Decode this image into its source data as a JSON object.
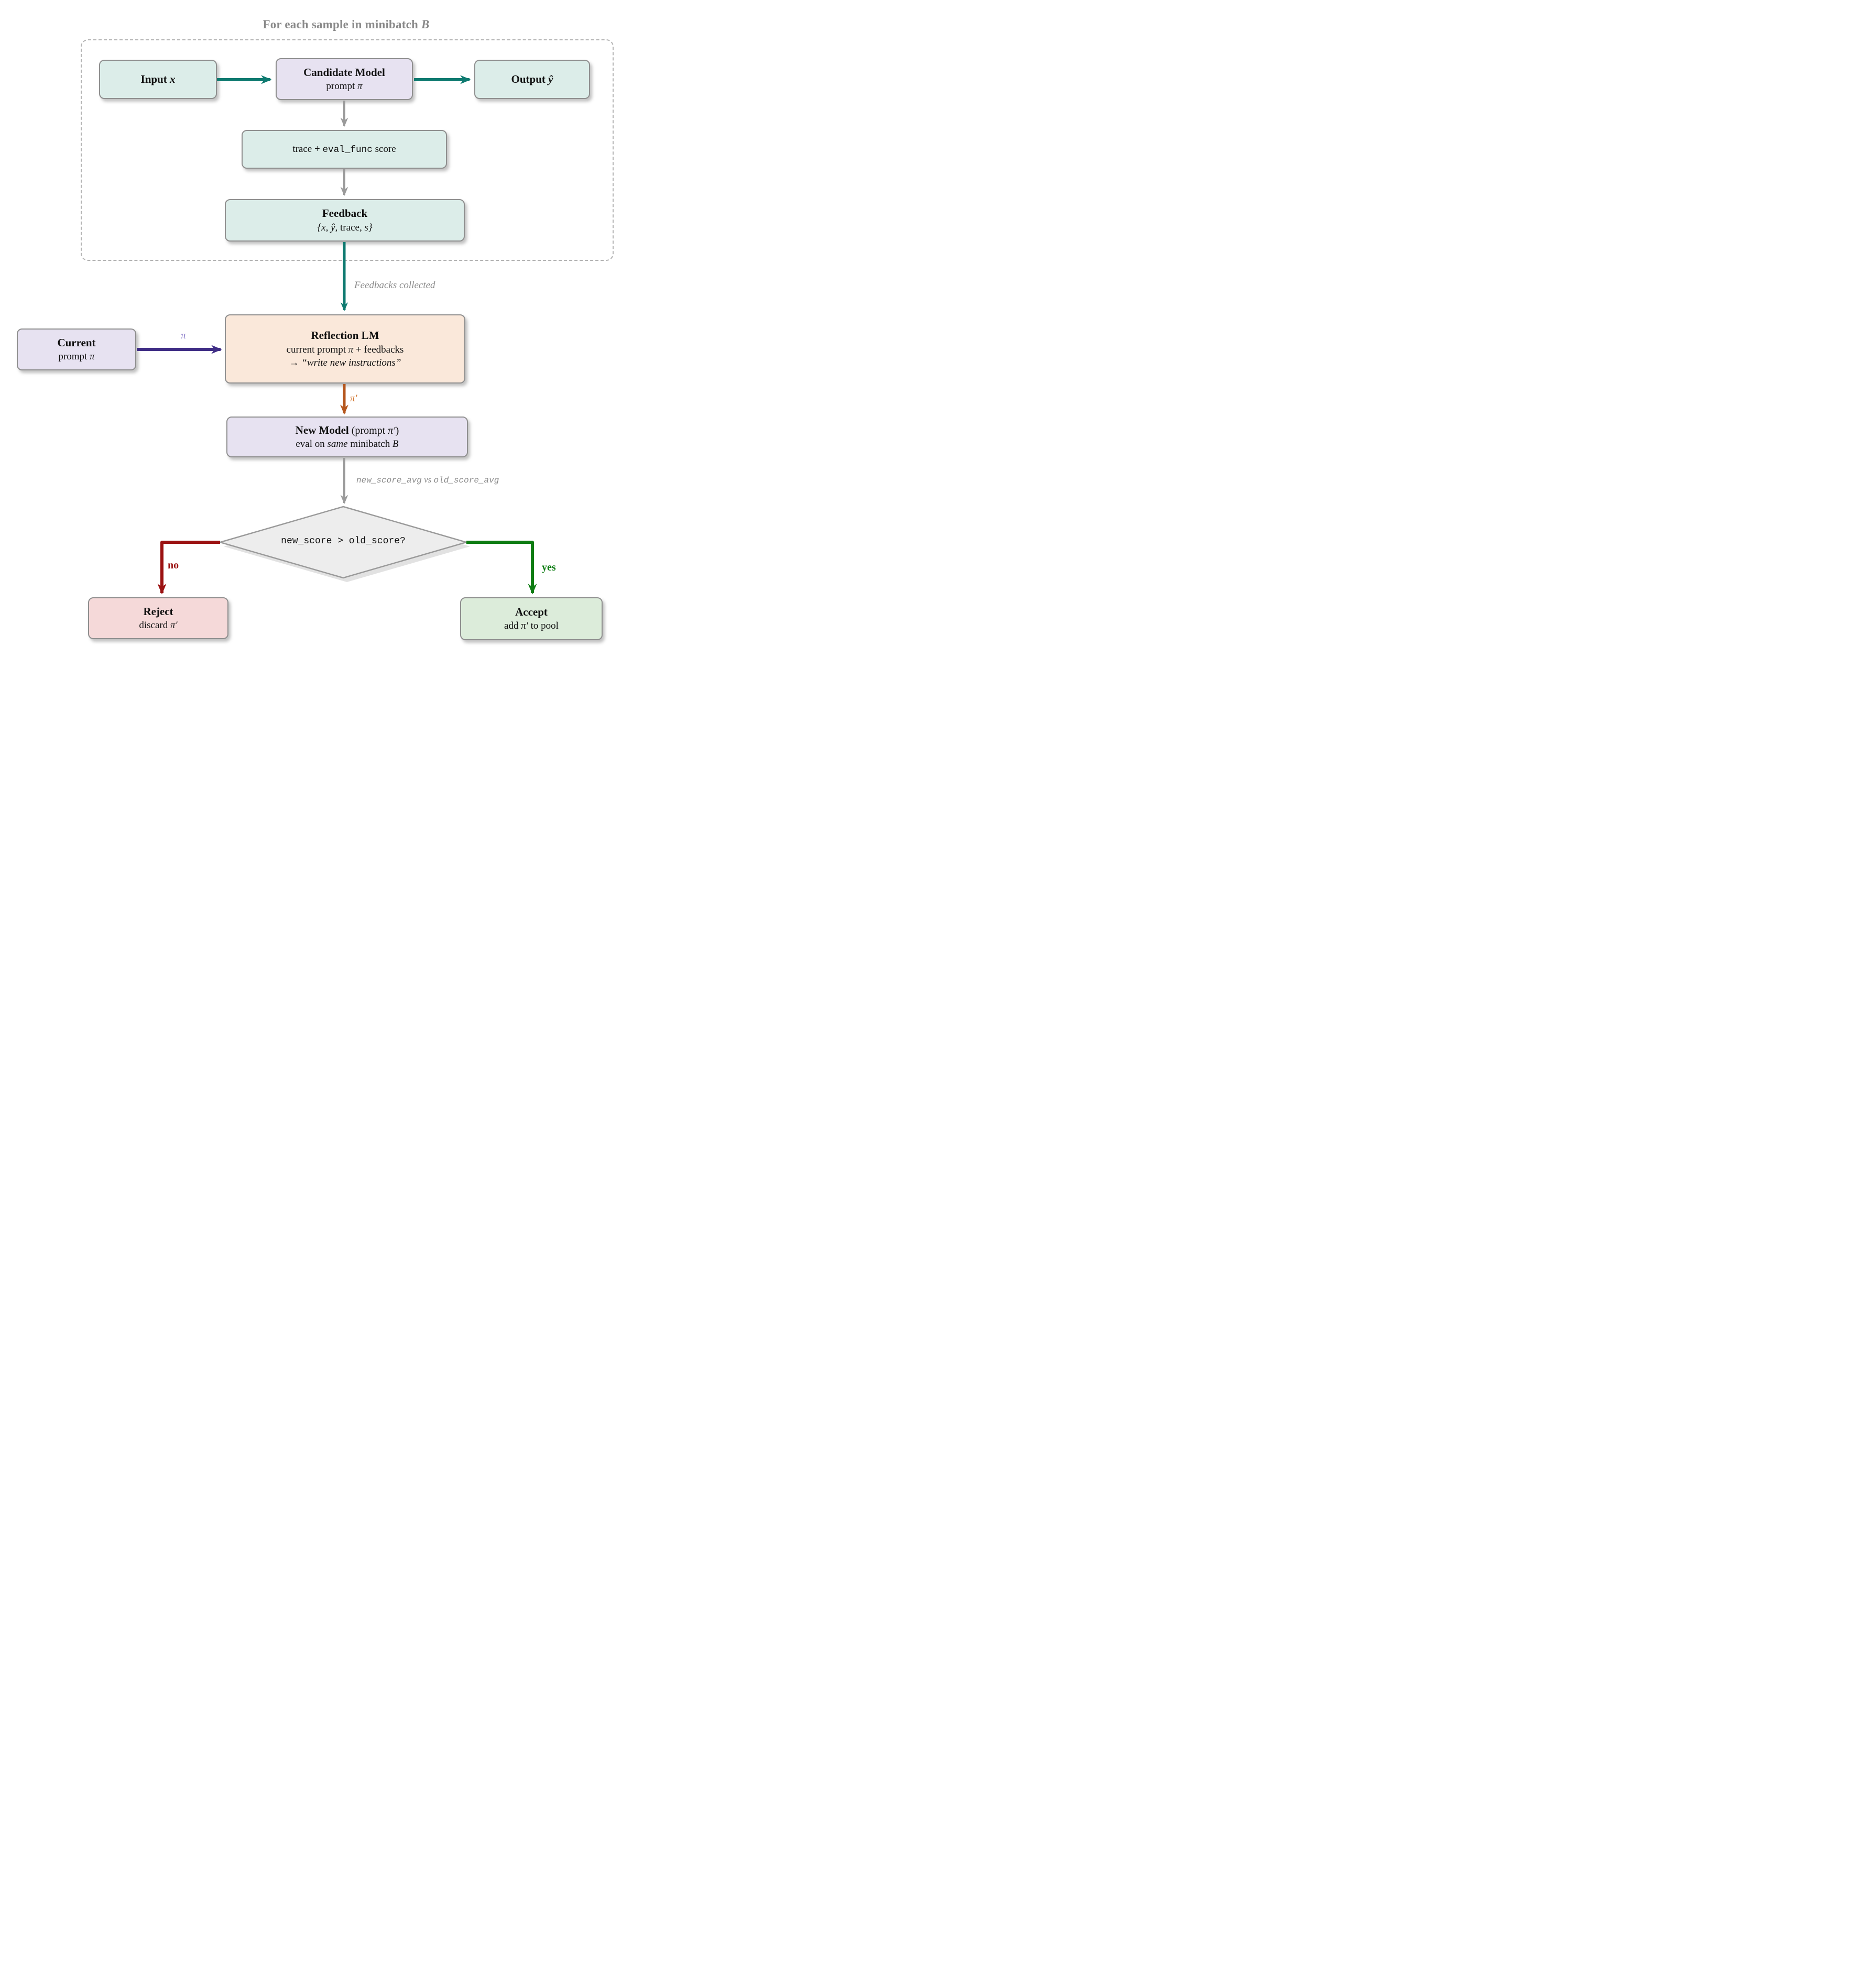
{
  "colors": {
    "text": "#111111",
    "node_border": "#8f8f8f",
    "label_gray": "#8a8a8a",
    "mint": "#dcede9",
    "lavender": "#e7e2f1",
    "peach": "#fae8da",
    "pink": "#f5d9d9",
    "accept_green": "#dcecda",
    "diamond_fill": "#ededed",
    "teal": "#0e7a70",
    "gray_arrow": "#9a9a9a",
    "purple": "#3f2d85",
    "purple_light": "#8879c9",
    "orange": "#b5561d",
    "orange_light": "#d2752f",
    "red": "#9b1111",
    "green": "#0d7c12"
  },
  "title": {
    "pre": "For each sample in minibatch ",
    "math": "B"
  },
  "loop": {
    "input": {
      "title": "Input ",
      "math": "x"
    },
    "candidate": {
      "title": "Candidate Model",
      "sub_pre": "prompt ",
      "sub_math": "π"
    },
    "output": {
      "title": "Output ",
      "math": "ŷ"
    },
    "trace": {
      "pre": "trace + ",
      "mono": "eval_func",
      "post": " score"
    },
    "feedback": {
      "title": "Feedback",
      "set_pre": "{x, ŷ, ",
      "set_mid": "trace",
      "set_post": ", s}"
    }
  },
  "labels": {
    "feedbacks_collected": "Feedbacks collected",
    "pi": "π",
    "pi_prime": "π′",
    "score_mono1": "new_score_avg",
    "score_vs": " vs ",
    "score_mono2": "old_score_avg",
    "no": "no",
    "yes": "yes"
  },
  "current": {
    "title": "Current",
    "sub_pre": "prompt ",
    "sub_math": "π"
  },
  "reflection": {
    "title": "Reflection LM",
    "l2_pre": "current prompt ",
    "l2_math": "π",
    "l2_post": " + feedbacks",
    "l3_arrow": "→ ",
    "l3_quote": "“write new instructions”"
  },
  "new_model": {
    "t_bold": "New Model",
    "t_mid": " (prompt ",
    "t_math": "π′",
    "t_end": ")",
    "l2_pre": "eval on ",
    "l2_it": "same",
    "l2_mid": " minibatch ",
    "l2_math": "B"
  },
  "decision": {
    "question": "new_score > old_score?"
  },
  "reject": {
    "title": "Reject",
    "l2_pre": "discard ",
    "l2_math": "π′"
  },
  "accept": {
    "title": "Accept",
    "l2_pre": "add ",
    "l2_math": "π′",
    "l2_post": " to pool"
  }
}
